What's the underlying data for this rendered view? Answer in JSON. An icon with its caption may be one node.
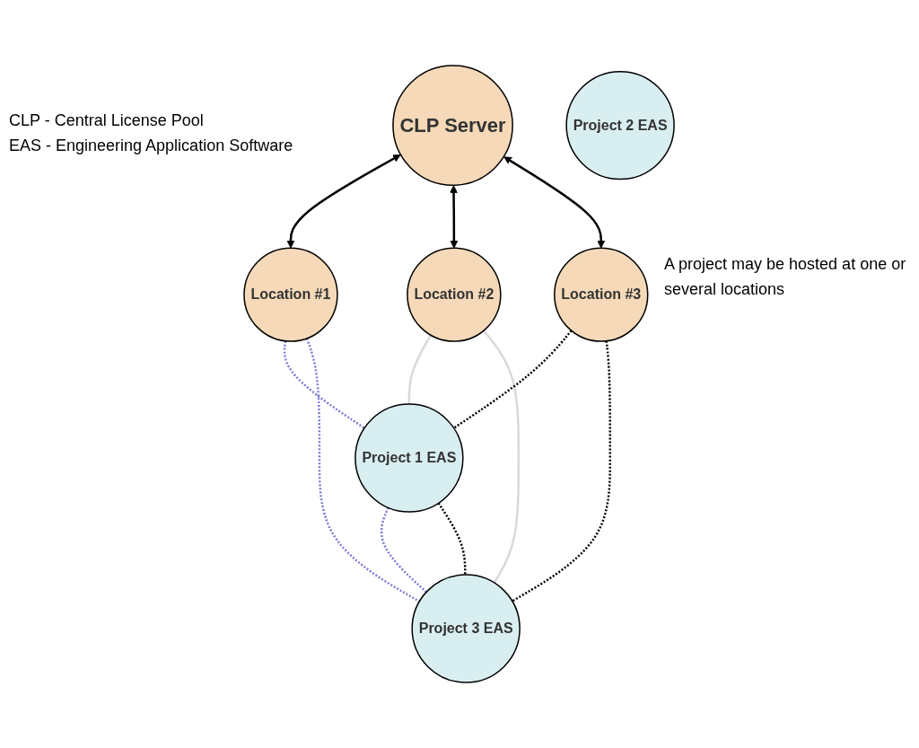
{
  "diagram": {
    "nodes": [
      {
        "text": [
          "CLP Server"
        ]
      },
      {
        "text": [
          "Location #1"
        ]
      },
      {
        "text": [
          "Location #2"
        ]
      },
      {
        "text": [
          "Location #3"
        ]
      },
      {
        "text": [
          "Project 1 EAS"
        ]
      },
      {
        "text": [
          "Project 2 EAS"
        ]
      },
      {
        "text": [
          "Project 3 EAS"
        ]
      }
    ],
    "edges": [
      {
        "from": 0,
        "to": 1,
        "arrow": "both"
      },
      {
        "from": 0,
        "to": 2,
        "arrow": "both"
      },
      {
        "from": 0,
        "to": 3,
        "arrow": "both"
      },
      {
        "from": 1,
        "to": 4,
        "arrow": "none",
        "style": "dashed",
        "color": "#7b7bd6"
      },
      {
        "from": 1,
        "to": 6,
        "arrow": "none",
        "style": "dashed",
        "color": "#7b7bd6"
      },
      {
        "from": 4,
        "to": 6,
        "arrow": "none",
        "style": "dashed",
        "color": "#7b7bd6"
      },
      {
        "from": 2,
        "to": 4,
        "arrow": "none",
        "color": "#d9d9d9"
      },
      {
        "from": 2,
        "to": 6,
        "arrow": "none",
        "color": "#d9d9d9"
      },
      {
        "from": 3,
        "to": 4,
        "arrow": "none",
        "style": "dashed"
      },
      {
        "from": 3,
        "to": 6,
        "arrow": "none",
        "style": "dashed"
      },
      {
        "from": 4,
        "to": 6,
        "arrow": "none",
        "style": "dashed"
      }
    ],
    "labels": [
      "CLP - Central License Pool",
      "EAS - Engineering Application Software",
      "A project may be hosted at one or several locations"
    ]
  }
}
